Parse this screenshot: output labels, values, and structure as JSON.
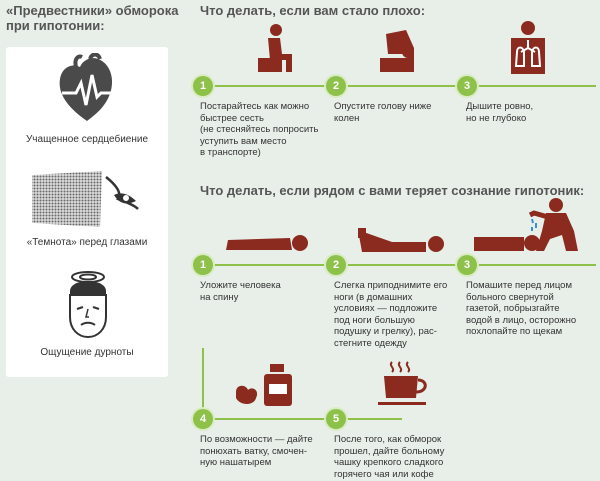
{
  "precursors": {
    "title": "«Предвестники» обморока\nпри гипотонии:",
    "items": [
      {
        "label": "Учащенное сердцебиение",
        "icon": "heart-pulse-icon"
      },
      {
        "label": "«Темнота» перед глазами",
        "icon": "eye-darkness-icon"
      },
      {
        "label": "Ощущение дурноты",
        "icon": "dizzy-face-icon"
      }
    ]
  },
  "section1": {
    "heading": "Что делать, если вам стало плохо:",
    "steps": [
      {
        "num": "1",
        "text": "Постарайтесь как можно\nбыстрее сесть\n(не стесняйтесь попросить\nуступить вам место\nв транспорте)",
        "icon": "person-sitting-icon"
      },
      {
        "num": "2",
        "text": "Опустите голову ниже\nколен",
        "icon": "person-head-down-icon"
      },
      {
        "num": "3",
        "text": "Дышите ровно,\nно не глубоко",
        "icon": "person-lungs-icon"
      }
    ]
  },
  "section2": {
    "heading": "Что делать, если рядом с вами теряет сознание гипотоник:",
    "steps": [
      {
        "num": "1",
        "text": "Уложите человека\nна спину",
        "icon": "person-lying-icon"
      },
      {
        "num": "2",
        "text": "Слегка приподнимите его\nноги (в домашних\nусловиях — подложите\nпод ноги большую\nподушку и грелку), рас-\nстегните одежду",
        "icon": "person-legs-raised-icon"
      },
      {
        "num": "3",
        "text": "Помашите перед лицом\nбольного свернутой\nгазетой, побрызгайте\nводой в лицо, осторожно\nпохлопайте по щекам",
        "icon": "helper-splash-water-icon"
      },
      {
        "num": "4",
        "text": "По возможности — дайте\nпонюхать ватку, смочен-\nную нашатырем",
        "icon": "ammonia-bottle-icon"
      },
      {
        "num": "5",
        "text": "После того, как обморок\nпрошел, дайте больному\nчашку крепкого сладкого\nгорячего чая или кофе",
        "icon": "hot-cup-icon"
      }
    ]
  },
  "colors": {
    "accent": "#8ec14a",
    "figure": "#8b2b1f",
    "panel": "#ffffff",
    "background": "#e8efe9"
  }
}
